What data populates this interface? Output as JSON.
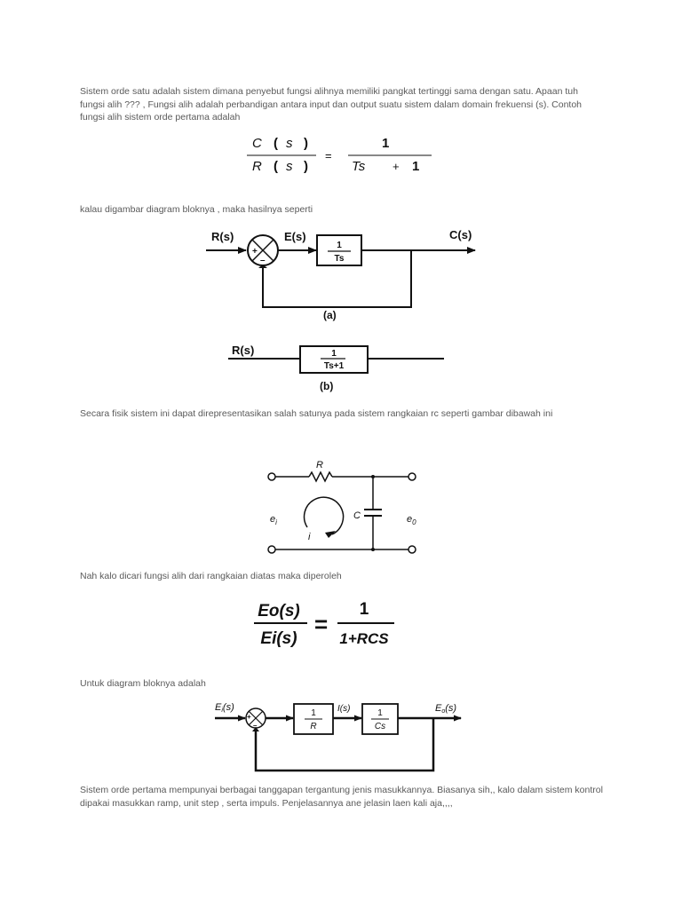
{
  "paragraphs": {
    "p1": "Sistem orde satu adalah sistem dimana penyebut fungsi alihnya memiliki pangkat tertinggi sama dengan satu. Apaan tuh fungsi alih ??? , Fungsi alih adalah perbandigan antara input dan output suatu sistem dalam domain frekuensi (s). Contoh fungsi alih sistem orde pertama adalah",
    "p2": "kalau digambar diagram bloknya , maka hasilnya seperti",
    "p3": "Secara fisik sistem ini dapat direpresentasikan salah satunya pada sistem rangkaian rc seperti gambar dibawah ini",
    "p4": "Nah kalo dicari fungsi alih dari rangkaian diatas maka diperoleh",
    "p5": "Untuk diagram bloknya adalah",
    "p6": "Sistem orde pertama mempunyai berbagai tanggapan tergantung jenis masukkannya. Biasanya sih,, kalo dalam sistem kontrol dipakai masukkan ramp, unit step , serta impuls. Penjelasannya ane jelasin laen kali aja,,,,"
  },
  "eq1": {
    "num_c": "C",
    "num_lp": "(",
    "num_s": "s",
    "num_rp": ")",
    "den_r": "R",
    "den_lp": "(",
    "den_s": "s",
    "den_rp": ")",
    "equals": "=",
    "rhs_num": "1",
    "rhs_den_ts": "Ts",
    "rhs_den_plus": "+",
    "rhs_den_one": "1"
  },
  "diagram_a": {
    "input": "R(s)",
    "error": "E(s)",
    "output": "C(s)",
    "block_num": "1",
    "block_den": "Ts",
    "sum_plus": "+",
    "sum_minus": "–",
    "caption": "(a)"
  },
  "diagram_b": {
    "input": "R(s)",
    "block_num": "1",
    "block_den": "Ts+1",
    "caption": "(b)"
  },
  "rc_circuit": {
    "resistor": "R",
    "capacitor": "C",
    "input": "e",
    "input_sub": "i",
    "output": "e",
    "output_sub": "0",
    "current": "i"
  },
  "eq2": {
    "num": "Eo(s)",
    "den": "Ei(s)",
    "equals": "=",
    "rhs_num": "1",
    "rhs_den": "1+RCS"
  },
  "diagram_c": {
    "input": "E",
    "input_sub": "i",
    "input_tail": "(s)",
    "block1_num": "1",
    "block1_den": "R",
    "mid": "I(s)",
    "block2_num": "1",
    "block2_den": "Cs",
    "output": "E",
    "output_sub": "o",
    "output_tail": "(s)",
    "sum_plus": "+",
    "sum_minus": "–"
  }
}
